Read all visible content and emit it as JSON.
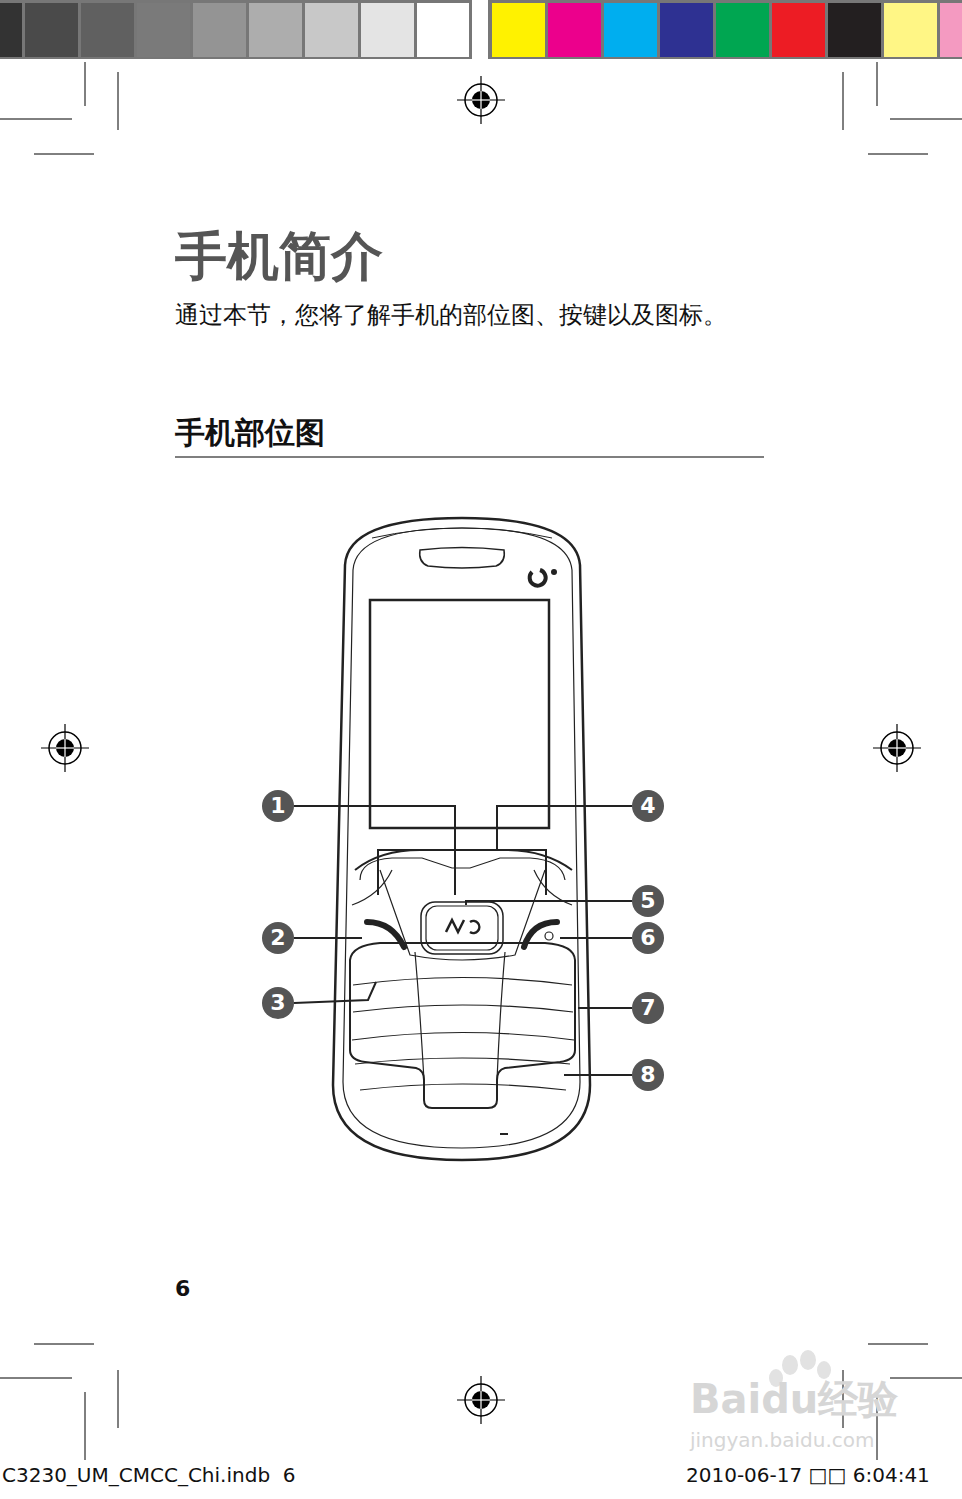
{
  "diagram": {
    "title": "手机简介",
    "labels": [
      "通过本节，您将了解手机的部位图、按键以及图标。",
      "手机部位图",
      "1",
      "2",
      "3",
      "4",
      "5",
      "6",
      "7",
      "8",
      "6",
      "C3230_UM_CMCC_Chi.indb  6",
      "2010-06-17 □□ 6:04:41",
      "Baidu经验",
      "jingyan.baidu.com"
    ]
  }
}
